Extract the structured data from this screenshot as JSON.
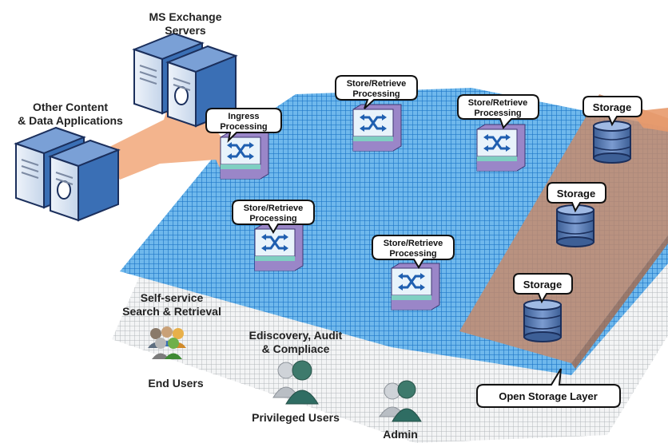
{
  "labels": {
    "exchange_line1": "MS Exchange",
    "exchange_line2": "Servers",
    "other_line1": "Other Content",
    "other_line2": "& Data Applications",
    "ingress_line1": "Ingress",
    "ingress_line2": "Processing",
    "proc_line1": "Store/Retrieve",
    "proc_line2": "Processing",
    "storage": "Storage",
    "open_storage": "Open Storage Layer",
    "self_service_line1": "Self-service",
    "self_service_line2": "Search & Retrieval",
    "end_users": "End Users",
    "ediscovery_line1": "Ediscovery, Audit",
    "ediscovery_line2": "& Compliace",
    "privileged_users": "Privileged Users",
    "admin": "Admin"
  },
  "colors": {
    "grid_blue": "#2f8fd8",
    "grid_gray": "#b8bcc0",
    "storage_strip": "#c98a68",
    "arrow": "#f3b48d",
    "server_blue": "#3a6fb5",
    "switch_top": "#d9ecf8",
    "switch_purple": "#9a86c8",
    "switch_teal": "#7fcfc2",
    "db_blue": "#5a7fb8"
  },
  "icons": [
    "server-icon",
    "switch-icon",
    "database-icon",
    "user-group-icon",
    "user-pair-icon"
  ]
}
